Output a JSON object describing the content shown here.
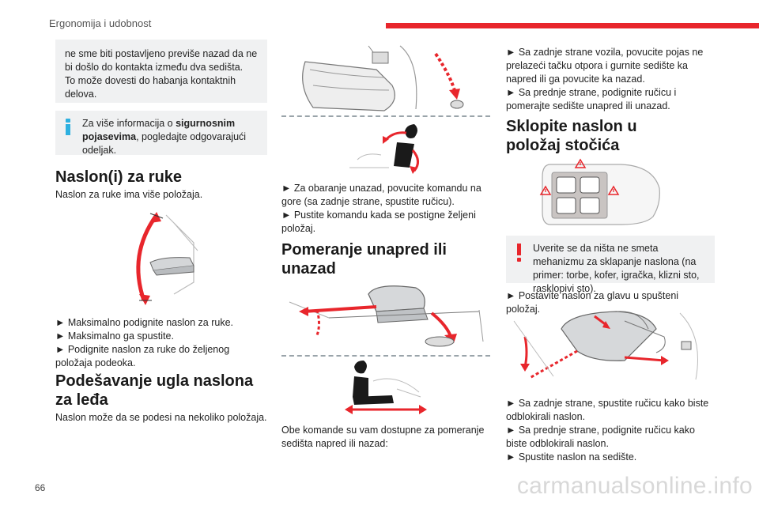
{
  "header": {
    "title": "Ergonomija i udobnost",
    "page_number": "66"
  },
  "watermark": "carmanualsonline.info",
  "colors": {
    "accent_red": "#e8262c",
    "info_blue": "#2db0e0",
    "note_bg": "#f0f1f2"
  },
  "col1": {
    "note_top_lines": [
      "ne sme biti postavljeno previše nazad da ne",
      "bi došlo do kontakta između dva sedišta.",
      "To može dovesti do habanja kontaktnih",
      "delova."
    ],
    "info_note": {
      "icon": "info-icon",
      "prefix": "Za više informacija o ",
      "bold": "sigurnosnim pojasevima",
      "suffix": ", pogledajte odgovarajući odeljak."
    },
    "armrest_heading": "Naslon(i) za ruke",
    "armrest_intro": "Naslon za ruke ima više položaja.",
    "armrest_steps": [
      "► Maksimalno podignite naslon za ruke.",
      "► Maksimalno ga spustite.",
      "► Podignite naslon za ruke do željenog položaja podeoka."
    ],
    "backrest_heading": "Podešavanje ugla naslona za leđa",
    "backrest_intro": "Naslon može da se podesi na nekoliko položaja."
  },
  "col2": {
    "recline_steps": [
      "► Za obaranje unazad, povucite komandu na gore (sa zadnje strane, spustite ručicu).",
      "► Pustite komandu kada se postigne željeni položaj."
    ],
    "fore_aft_heading": "Pomeranje unapred ili unazad",
    "fore_aft_text": "Obe komande su vam dostupne za pomeranje sedišta napred ili nazad:"
  },
  "col3": {
    "steps_top": [
      "► Sa zadnje strane vozila, povucite pojas ne prelazeći tačku otpora i gurnite sedište ka napred ili ga povucite ka nazad.",
      "► Sa prednje strane, podignite ručicu i pomerajte sedište unapred ili unazad."
    ],
    "table_heading": "Sklopite naslon u položaj stočića",
    "warning_note": {
      "icon": "warning-icon",
      "text": "Uverite se da ništa ne smeta mehanizmu za sklapanje naslona (na primer: torbe, kofer, igračka, klizni sto, rasklopivi sto)."
    },
    "headrest_step": "► Postavite naslon za glavu u spušteni položaj.",
    "fold_steps": [
      "► Sa zadnje strane, spustite ručicu kako biste odblokirali naslon.",
      "► Sa prednje strane, podignite ručicu kako biste odblokirali naslon.",
      "► Spustite naslon na sedište."
    ]
  }
}
